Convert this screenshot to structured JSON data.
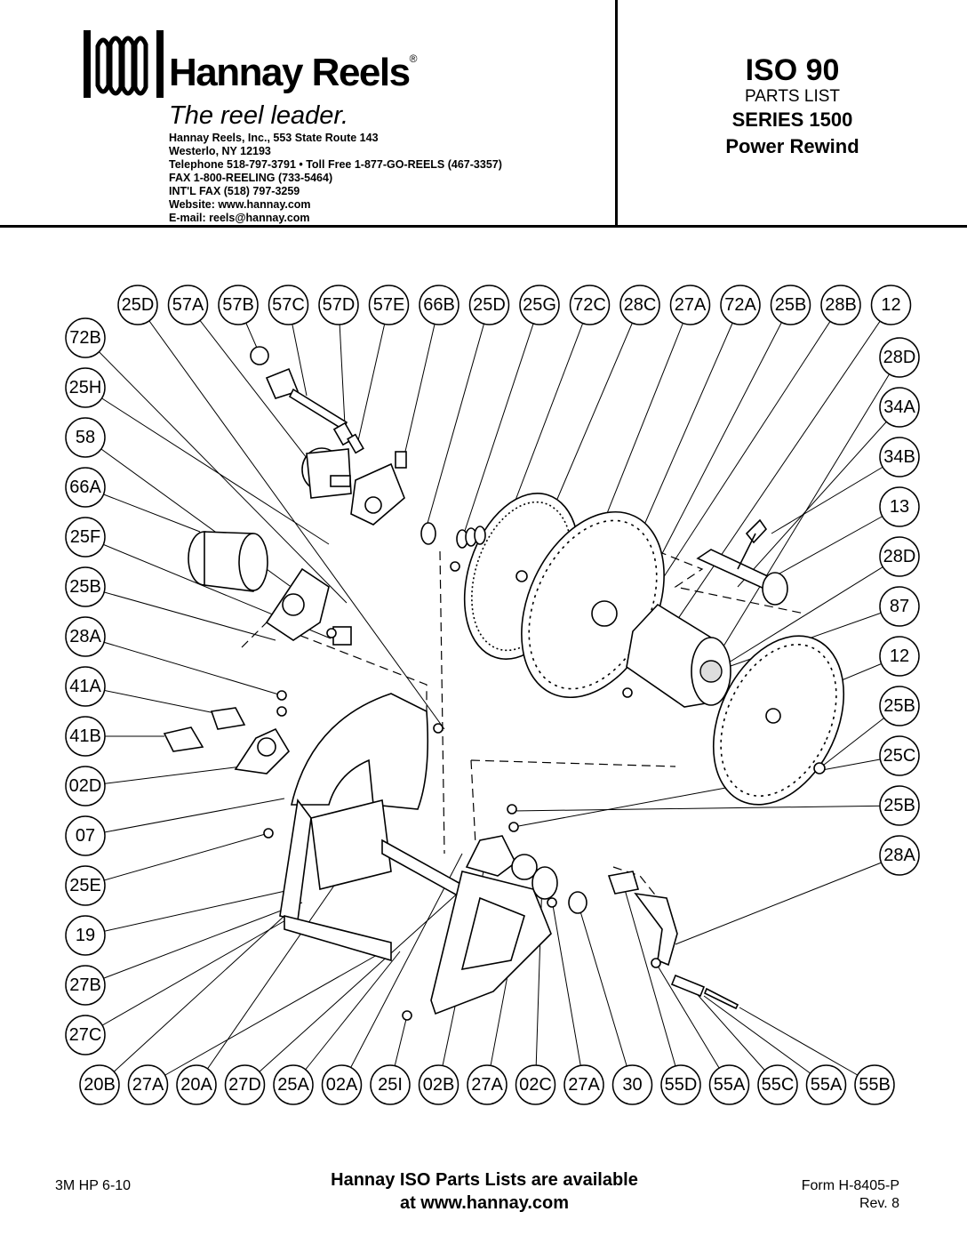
{
  "header": {
    "brand": "Hannay Reels",
    "registered_mark": "®",
    "tagline": "The reel leader.",
    "contact_lines": [
      "Hannay Reels, Inc., 553 State Route 143",
      "Westerlo, NY 12193",
      "Telephone 518-797-3791 • Toll Free 1-877-GO-REELS (467-3357)",
      "FAX 1-800-REELING (733-5464)",
      "INT'L FAX (518) 797-3259",
      "Website: www.hannay.com",
      "E-mail: reels@hannay.com"
    ],
    "doc_id": "ISO 90",
    "doc_type": "PARTS LIST",
    "series": "SERIES 1500",
    "model": "Power Rewind"
  },
  "callouts": {
    "top": [
      "25D",
      "57A",
      "57B",
      "57C",
      "57D",
      "57E",
      "66B",
      "25D",
      "25G",
      "72C",
      "28C",
      "27A",
      "72A",
      "25B",
      "28B",
      "12"
    ],
    "left": [
      "72B",
      "25H",
      "58",
      "66A",
      "25F",
      "25B",
      "28A",
      "41A",
      "41B",
      "02D",
      "07",
      "25E",
      "19",
      "27B",
      "27C"
    ],
    "right": [
      "28D",
      "34A",
      "34B",
      "13",
      "28D",
      "87",
      "12",
      "25B",
      "25C",
      "25B",
      "28A"
    ],
    "bottom": [
      "20B",
      "27A",
      "20A",
      "27D",
      "25A",
      "02A",
      "25I",
      "02B",
      "27A",
      "02C",
      "27A",
      "30",
      "55D",
      "55A",
      "55C",
      "55A",
      "55B"
    ]
  },
  "footer": {
    "print_code": "3M HP 6-10",
    "availability_line1": "Hannay ISO Parts Lists are available",
    "availability_line2": "at www.hannay.com",
    "form_number": "Form H-8405-P",
    "revision": "Rev. 8"
  }
}
